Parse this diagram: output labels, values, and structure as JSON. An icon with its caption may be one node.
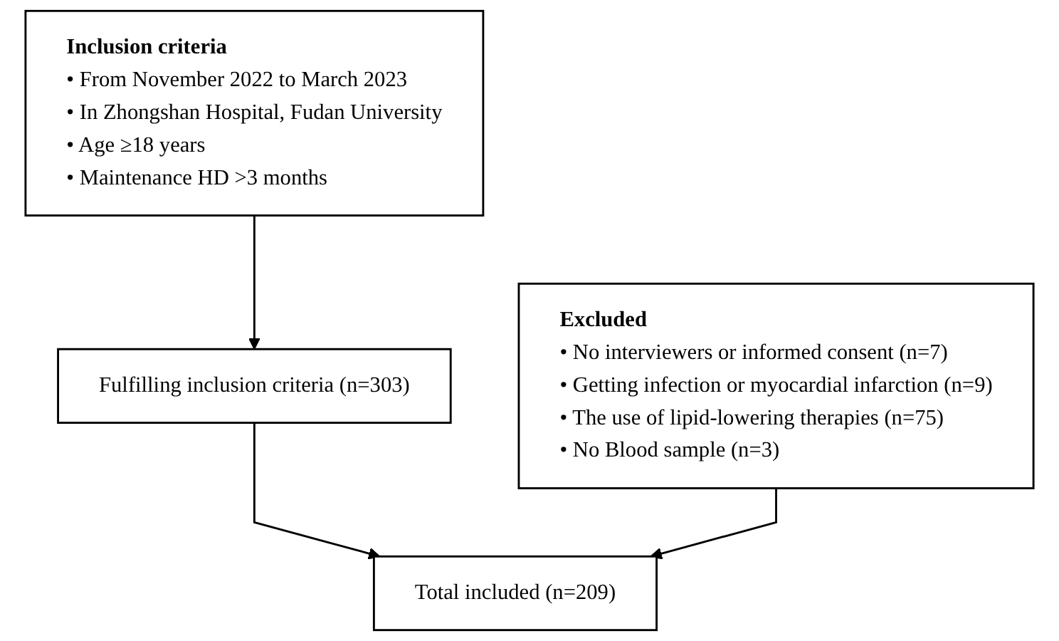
{
  "diagram": {
    "nodes": [
      {
        "text": [
          "Inclusion criteria",
          "• From November 2022 to March 2023",
          "• In Zhongshan Hospital, Fudan University",
          "• Age ≥18 years",
          "• Maintenance HD >3 months"
        ]
      },
      {
        "text": [
          "Fulfilling inclusion criteria (n=303)"
        ]
      },
      {
        "text": [
          "Excluded",
          "• No interviewers or informed consent (n=7)",
          "• Getting infection or myocardial infarction (n=9)",
          "• The use of lipid-lowering therapies (n=75)",
          "• No Blood sample (n=3)"
        ]
      },
      {
        "text": [
          "Total included (n=209)"
        ]
      }
    ],
    "edges": [
      {
        "from": 0,
        "to": 1,
        "arrow": "to"
      },
      {
        "from": 1,
        "to": 3,
        "arrow": "to"
      },
      {
        "from": 2,
        "to": 3,
        "arrow": "to"
      }
    ]
  }
}
